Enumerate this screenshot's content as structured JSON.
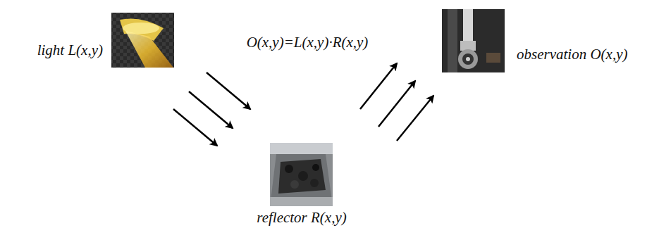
{
  "diagram": {
    "labels": [
      "light L(x,y)",
      "O(x,y)=L(x,y)·R(x,y)",
      "observation O(x,y)",
      "reflector R(x,y)"
    ]
  }
}
